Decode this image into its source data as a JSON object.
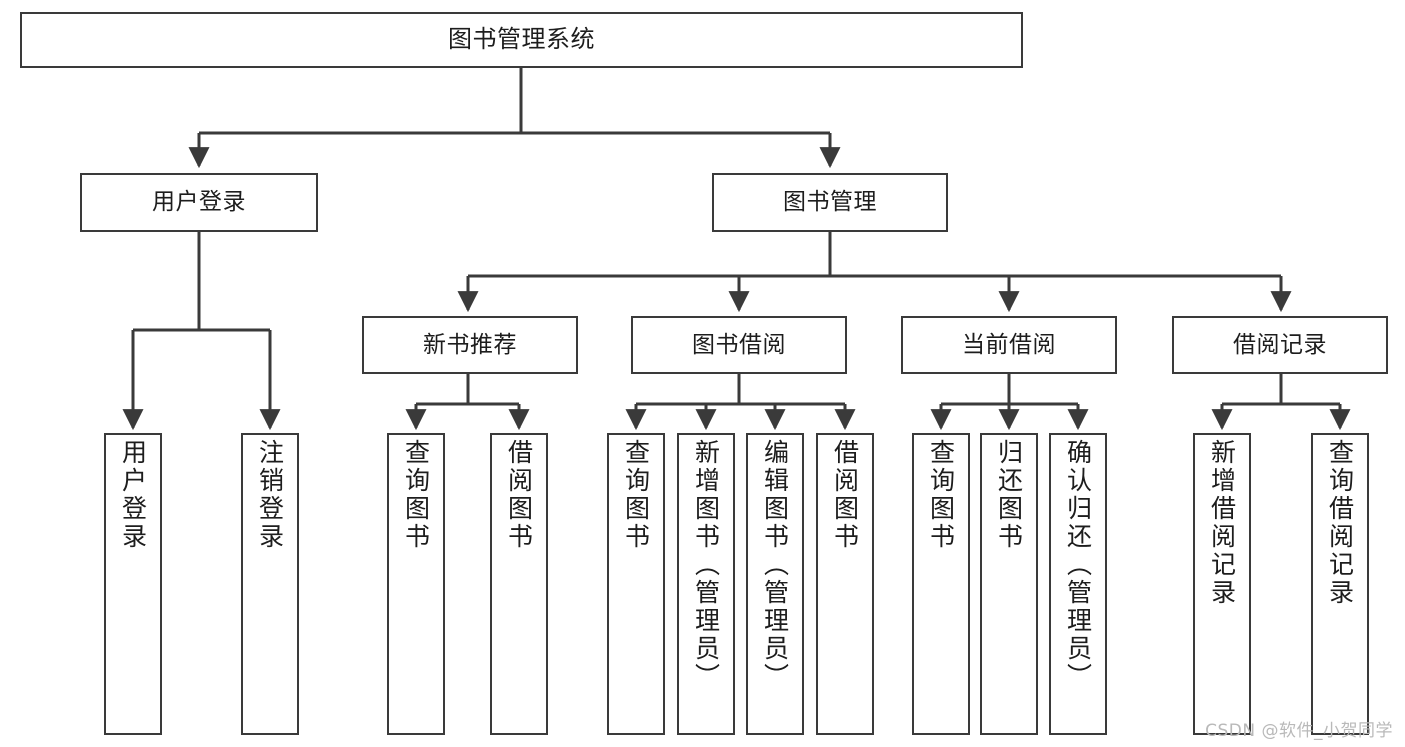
{
  "diagram": {
    "title": "图书管理系统",
    "type": "tree-hierarchy-chart",
    "stroke_color": "#3a3a3a",
    "background_color": "#ffffff",
    "text_color": "#1d1d1d"
  },
  "nodes": {
    "root": {
      "label": "图书管理系统"
    },
    "level2": [
      {
        "label": "用户登录"
      },
      {
        "label": "图书管理"
      }
    ],
    "level3": [
      {
        "label": "新书推荐"
      },
      {
        "label": "图书借阅"
      },
      {
        "label": "当前借阅"
      },
      {
        "label": "借阅记录"
      }
    ],
    "leaves_user_login": [
      {
        "label": "用户登录"
      },
      {
        "label": "注销登录"
      }
    ],
    "leaves_new_book": [
      {
        "label": "查询图书"
      },
      {
        "label": "借阅图书"
      }
    ],
    "leaves_borrow": [
      {
        "label": "查询图书"
      },
      {
        "label": "新增图书（管理员）"
      },
      {
        "label": "编辑图书（管理员）"
      },
      {
        "label": "借阅图书"
      }
    ],
    "leaves_current": [
      {
        "label": "查询图书"
      },
      {
        "label": "归还图书"
      },
      {
        "label": "确认归还（管理员）"
      }
    ],
    "leaves_record": [
      {
        "label": "新增借阅记录"
      },
      {
        "label": "查询借阅记录"
      }
    ]
  },
  "watermark": {
    "text": "CSDN @软件_小贺同学",
    "color": "#b9b9b9"
  }
}
